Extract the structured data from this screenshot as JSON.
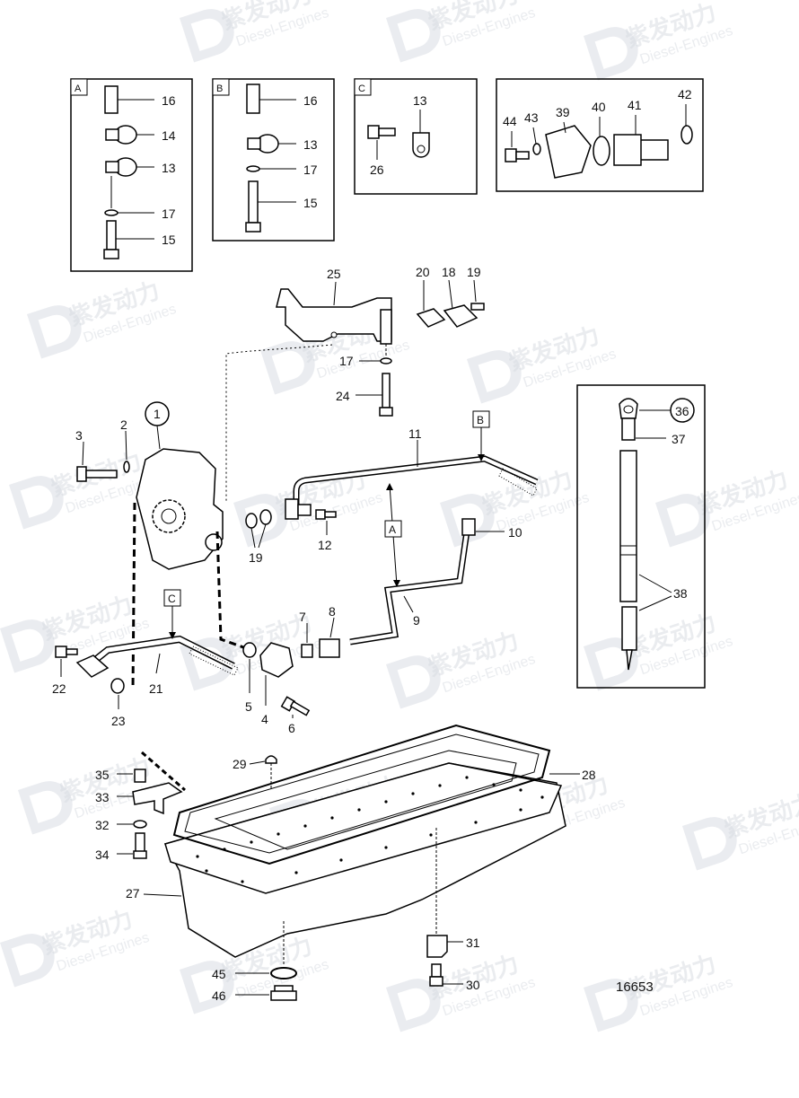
{
  "diagram_id": "16653",
  "detail_boxes": [
    {
      "tag": "A",
      "labels": [
        "16",
        "14",
        "13",
        "17",
        "15"
      ]
    },
    {
      "tag": "B",
      "labels": [
        "16",
        "13",
        "17",
        "15"
      ]
    },
    {
      "tag": "C",
      "labels": [
        "13",
        "26"
      ]
    },
    {
      "tag": "",
      "labels": [
        "44",
        "43",
        "39",
        "40",
        "41",
        "42"
      ]
    }
  ],
  "main_labels": [
    "25",
    "20",
    "18",
    "19",
    "17",
    "24",
    "1",
    "3",
    "2",
    "11",
    "12",
    "19",
    "10",
    "9",
    "7",
    "8",
    "22",
    "21",
    "23",
    "5",
    "4",
    "6",
    "35",
    "33",
    "32",
    "34",
    "29",
    "28",
    "27",
    "31",
    "30",
    "45",
    "46"
  ],
  "reference_tags": [
    "B",
    "A",
    "C"
  ],
  "dipstick_labels": [
    "36",
    "37",
    "38"
  ],
  "circled_labels": [
    "1",
    "36"
  ],
  "watermark": {
    "text": "紫发动力",
    "sub": "Diesel-Engines",
    "color": "#d9dde3"
  }
}
